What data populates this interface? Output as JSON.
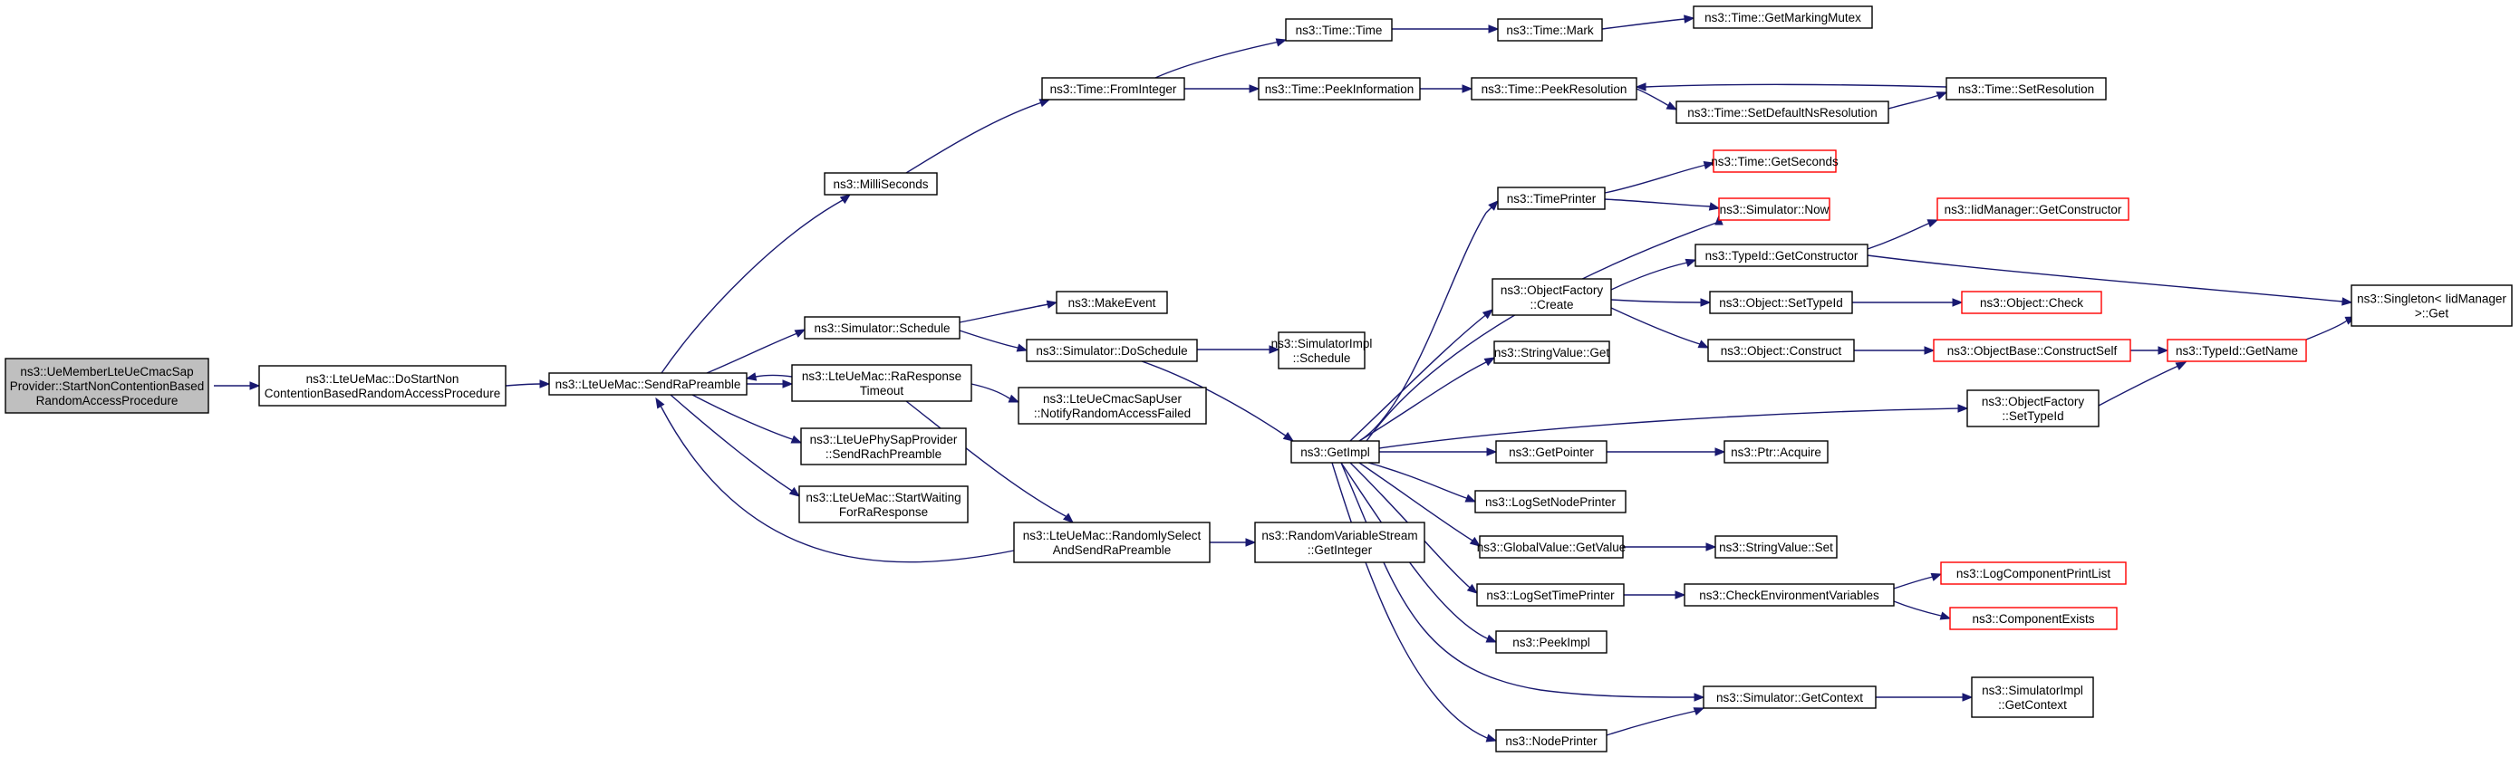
{
  "colors": {
    "edge": "#191970",
    "root_fill": "#bfbfbf",
    "external_border": "#ff0000",
    "node_border": "#000000"
  },
  "nodes": [
    {
      "id": "root",
      "lines": [
        "ns3::UeMemberLteUeCmacSap",
        "Provider::StartNonContentionBased",
        "RandomAccessProcedure"
      ],
      "kind": "root"
    },
    {
      "id": "doStart",
      "lines": [
        "ns3::LteUeMac::DoStartNon",
        "ContentionBasedRandomAccessProcedure"
      ],
      "kind": "normal"
    },
    {
      "id": "sendRa",
      "lines": [
        "ns3::LteUeMac::SendRaPreamble"
      ],
      "kind": "normal"
    },
    {
      "id": "milli",
      "lines": [
        "ns3::MilliSeconds"
      ],
      "kind": "normal"
    },
    {
      "id": "fromInt",
      "lines": [
        "ns3::Time::FromInteger"
      ],
      "kind": "normal"
    },
    {
      "id": "timeTime",
      "lines": [
        "ns3::Time::Time"
      ],
      "kind": "normal"
    },
    {
      "id": "timeMark",
      "lines": [
        "ns3::Time::Mark"
      ],
      "kind": "normal"
    },
    {
      "id": "markMutex",
      "lines": [
        "ns3::Time::GetMarkingMutex"
      ],
      "kind": "normal"
    },
    {
      "id": "peekInfo",
      "lines": [
        "ns3::Time::PeekInformation"
      ],
      "kind": "normal"
    },
    {
      "id": "peekRes",
      "lines": [
        "ns3::Time::PeekResolution"
      ],
      "kind": "normal"
    },
    {
      "id": "setRes",
      "lines": [
        "ns3::Time::SetResolution"
      ],
      "kind": "normal"
    },
    {
      "id": "setDefNs",
      "lines": [
        "ns3::Time::SetDefaultNsResolution"
      ],
      "kind": "normal"
    },
    {
      "id": "schedule",
      "lines": [
        "ns3::Simulator::Schedule"
      ],
      "kind": "normal"
    },
    {
      "id": "makeEvent",
      "lines": [
        "ns3::MakeEvent"
      ],
      "kind": "normal"
    },
    {
      "id": "doSchedule",
      "lines": [
        "ns3::Simulator::DoSchedule"
      ],
      "kind": "normal"
    },
    {
      "id": "simImplSched",
      "lines": [
        "ns3::SimulatorImpl",
        "::Schedule"
      ],
      "kind": "normal"
    },
    {
      "id": "raTimeout",
      "lines": [
        "ns3::LteUeMac::RaResponse",
        "Timeout"
      ],
      "kind": "normal"
    },
    {
      "id": "notifyRa",
      "lines": [
        "ns3::LteUeCmacSapUser",
        "::NotifyRandomAccessFailed"
      ],
      "kind": "normal"
    },
    {
      "id": "sendRach",
      "lines": [
        "ns3::LteUePhySapProvider",
        "::SendRachPreamble"
      ],
      "kind": "normal"
    },
    {
      "id": "startWait",
      "lines": [
        "ns3::LteUeMac::StartWaiting",
        "ForRaResponse"
      ],
      "kind": "normal"
    },
    {
      "id": "randSel",
      "lines": [
        "ns3::LteUeMac::RandomlySelect",
        "AndSendRaPreamble"
      ],
      "kind": "normal"
    },
    {
      "id": "rvsGetInt",
      "lines": [
        "ns3::RandomVariableStream",
        "::GetInteger"
      ],
      "kind": "normal"
    },
    {
      "id": "getImpl",
      "lines": [
        "ns3::GetImpl"
      ],
      "kind": "normal"
    },
    {
      "id": "timePrinter",
      "lines": [
        "ns3::TimePrinter"
      ],
      "kind": "normal"
    },
    {
      "id": "getSeconds",
      "lines": [
        "ns3::Time::GetSeconds"
      ],
      "kind": "ext"
    },
    {
      "id": "simNow",
      "lines": [
        "ns3::Simulator::Now"
      ],
      "kind": "ext"
    },
    {
      "id": "objFactCreate",
      "lines": [
        "ns3::ObjectFactory",
        "::Create"
      ],
      "kind": "normal"
    },
    {
      "id": "typeIdGetCtor",
      "lines": [
        "ns3::TypeId::GetConstructor"
      ],
      "kind": "normal"
    },
    {
      "id": "iidGetCtor",
      "lines": [
        "ns3::IidManager::GetConstructor"
      ],
      "kind": "ext"
    },
    {
      "id": "objSetTypeId",
      "lines": [
        "ns3::Object::SetTypeId"
      ],
      "kind": "normal"
    },
    {
      "id": "objCheck",
      "lines": [
        "ns3::Object::Check"
      ],
      "kind": "ext"
    },
    {
      "id": "objConstruct",
      "lines": [
        "ns3::Object::Construct"
      ],
      "kind": "normal"
    },
    {
      "id": "constructSelf",
      "lines": [
        "ns3::ObjectBase::ConstructSelf"
      ],
      "kind": "ext"
    },
    {
      "id": "typeIdGetName",
      "lines": [
        "ns3::TypeId::GetName"
      ],
      "kind": "ext"
    },
    {
      "id": "singleton",
      "lines": [
        "ns3::Singleton< IidManager",
        " >::Get"
      ],
      "kind": "normal"
    },
    {
      "id": "strValGet",
      "lines": [
        "ns3::StringValue::Get"
      ],
      "kind": "normal"
    },
    {
      "id": "objFactSetTid",
      "lines": [
        "ns3::ObjectFactory",
        "::SetTypeId"
      ],
      "kind": "normal"
    },
    {
      "id": "getPointer",
      "lines": [
        "ns3::GetPointer"
      ],
      "kind": "normal"
    },
    {
      "id": "ptrAcquire",
      "lines": [
        "ns3::Ptr::Acquire"
      ],
      "kind": "normal"
    },
    {
      "id": "logSetNode",
      "lines": [
        "ns3::LogSetNodePrinter"
      ],
      "kind": "normal"
    },
    {
      "id": "gvGetValue",
      "lines": [
        "ns3::GlobalValue::GetValue"
      ],
      "kind": "normal"
    },
    {
      "id": "strValSet",
      "lines": [
        "ns3::StringValue::Set"
      ],
      "kind": "normal"
    },
    {
      "id": "logSetTime",
      "lines": [
        "ns3::LogSetTimePrinter"
      ],
      "kind": "normal"
    },
    {
      "id": "checkEnv",
      "lines": [
        "ns3::CheckEnvironmentVariables"
      ],
      "kind": "normal"
    },
    {
      "id": "logCompPrint",
      "lines": [
        "ns3::LogComponentPrintList"
      ],
      "kind": "ext"
    },
    {
      "id": "compExists",
      "lines": [
        "ns3::ComponentExists"
      ],
      "kind": "ext"
    },
    {
      "id": "peekImpl",
      "lines": [
        "ns3::PeekImpl"
      ],
      "kind": "normal"
    },
    {
      "id": "simGetCtx",
      "lines": [
        "ns3::Simulator::GetContext"
      ],
      "kind": "normal"
    },
    {
      "id": "simImplGetCtx",
      "lines": [
        "ns3::SimulatorImpl",
        "::GetContext"
      ],
      "kind": "normal"
    },
    {
      "id": "nodePrinter",
      "lines": [
        "ns3::NodePrinter"
      ],
      "kind": "normal"
    }
  ]
}
